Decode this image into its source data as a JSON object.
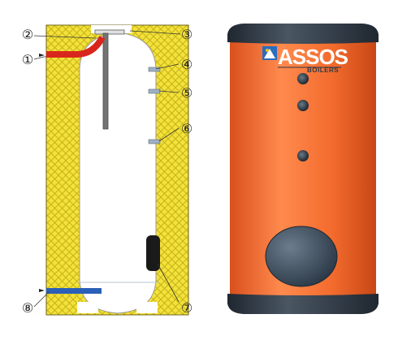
{
  "diagram": {
    "callouts": [
      {
        "id": "1",
        "label": "①"
      },
      {
        "id": "2",
        "label": "②"
      },
      {
        "id": "3",
        "label": "③"
      },
      {
        "id": "4",
        "label": "④"
      },
      {
        "id": "5",
        "label": "⑤"
      },
      {
        "id": "6",
        "label": "⑥"
      },
      {
        "id": "7",
        "label": "⑦"
      },
      {
        "id": "8",
        "label": "⑧"
      }
    ]
  },
  "product": {
    "brand": "ASSOS",
    "subtitle": "BOILERS"
  },
  "colors": {
    "insulation": "#f2e23a",
    "tank_body": "#f36b2d",
    "tank_cap": "#2e3945",
    "hot_pipe": "#d9261c",
    "cold_pipe": "#2b5fb8",
    "flange": "#1a1a1a"
  }
}
